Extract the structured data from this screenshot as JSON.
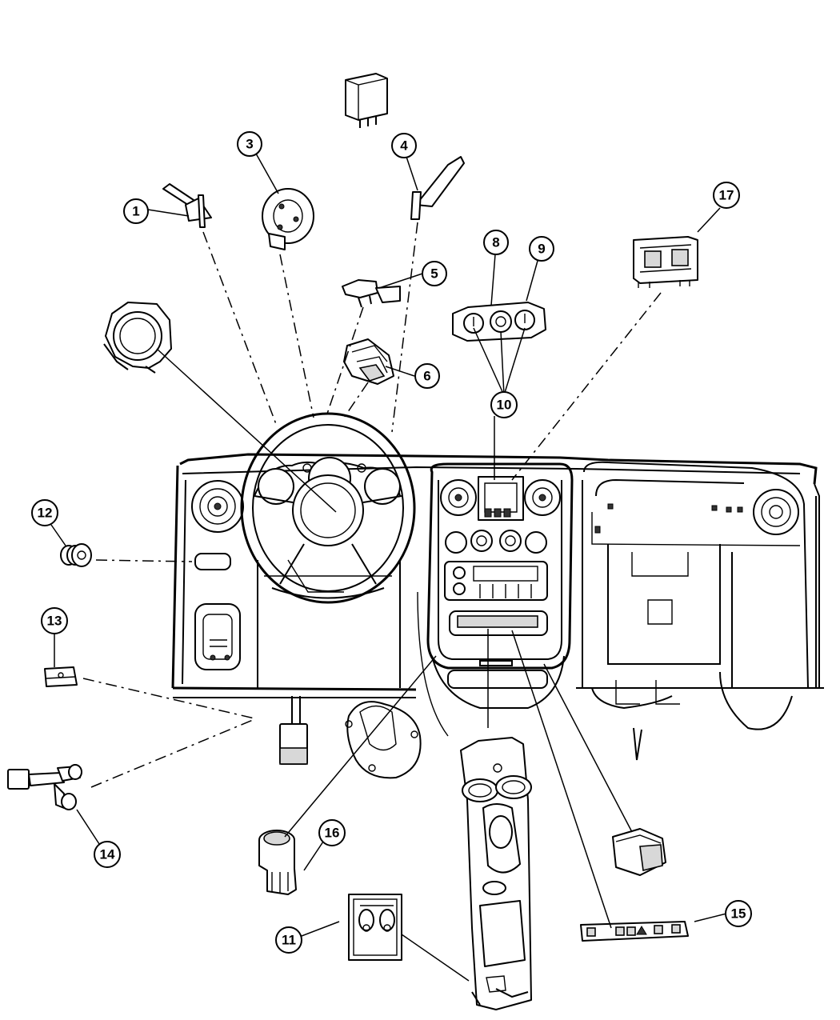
{
  "callouts": [
    {
      "id": "c1",
      "label": "1"
    },
    {
      "id": "c3",
      "label": "3"
    },
    {
      "id": "c4",
      "label": "4"
    },
    {
      "id": "c5",
      "label": "5"
    },
    {
      "id": "c6",
      "label": "6"
    },
    {
      "id": "c8",
      "label": "8"
    },
    {
      "id": "c9",
      "label": "9"
    },
    {
      "id": "c10",
      "label": "10"
    },
    {
      "id": "c11",
      "label": "11"
    },
    {
      "id": "c12",
      "label": "12"
    },
    {
      "id": "c13",
      "label": "13"
    },
    {
      "id": "c14",
      "label": "14"
    },
    {
      "id": "c15",
      "label": "15"
    },
    {
      "id": "c16",
      "label": "16"
    },
    {
      "id": "c17",
      "label": "17"
    }
  ]
}
